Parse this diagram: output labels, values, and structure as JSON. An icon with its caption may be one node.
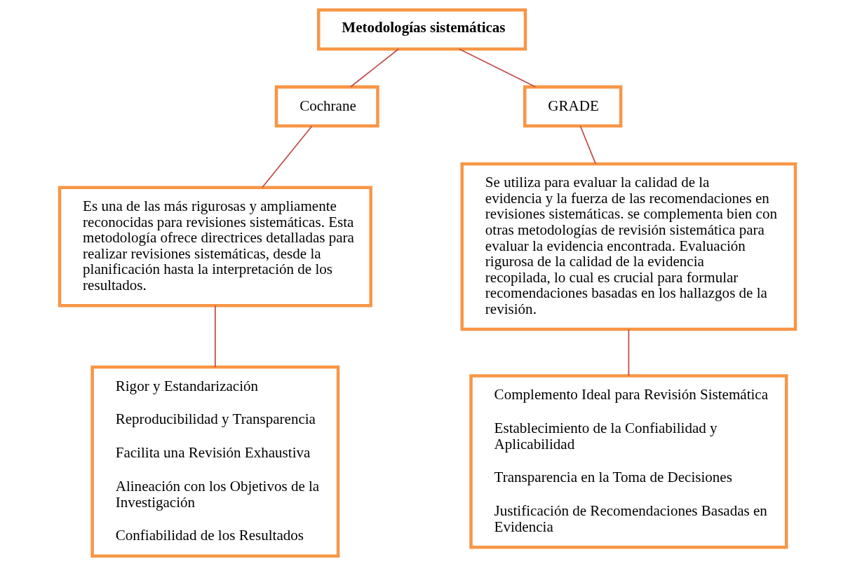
{
  "diagram": {
    "nodes": [
      {
        "text": [
          "Metodologías sistemáticas"
        ]
      },
      {
        "text": [
          "Cochrane"
        ]
      },
      {
        "text": [
          "GRADE"
        ]
      },
      {
        "text": [
          "Es una de las más rigurosas y ampliamente reconocidas para revisiones sistemáticas. Esta metodología ofrece directrices detalladas para realizar revisiones sistemáticas, desde la planificación hasta la interpretación de los resultados."
        ]
      },
      {
        "text": [
          "Se utiliza para evaluar la calidad de la evidencia y la fuerza de las recomendaciones en revisiones sistemáticas. se complementa bien con otras metodologías de revisión sistemática para evaluar la evidencia encontrada. Evaluación rigurosa de la calidad de la evidencia recopilada, lo cual es crucial para formular recomendaciones basadas en los hallazgos de la revisión."
        ]
      },
      {
        "text": [
          "Rigor y Estandarización",
          "Reproducibilidad y Transparencia",
          "Facilita una Revisión Exhaustiva",
          "Alineación con los Objetivos de la Investigación",
          "Confiabilidad de los Resultados"
        ]
      },
      {
        "text": [
          "Complemento Ideal para Revisión Sistemática",
          "Establecimiento de la Confiabilidad y Aplicabilidad",
          "Transparencia en la Toma de Decisiones",
          "Justificación de Recomendaciones Basadas en Evidencia"
        ]
      }
    ],
    "edges": [
      {
        "from": 0,
        "to": 1,
        "arrow": "none"
      },
      {
        "from": 0,
        "to": 2,
        "arrow": "none"
      },
      {
        "from": 1,
        "to": 3,
        "arrow": "none"
      },
      {
        "from": 2,
        "to": 4,
        "arrow": "none"
      },
      {
        "from": 3,
        "to": 5,
        "arrow": "none"
      },
      {
        "from": 4,
        "to": 6,
        "arrow": "none"
      }
    ]
  }
}
